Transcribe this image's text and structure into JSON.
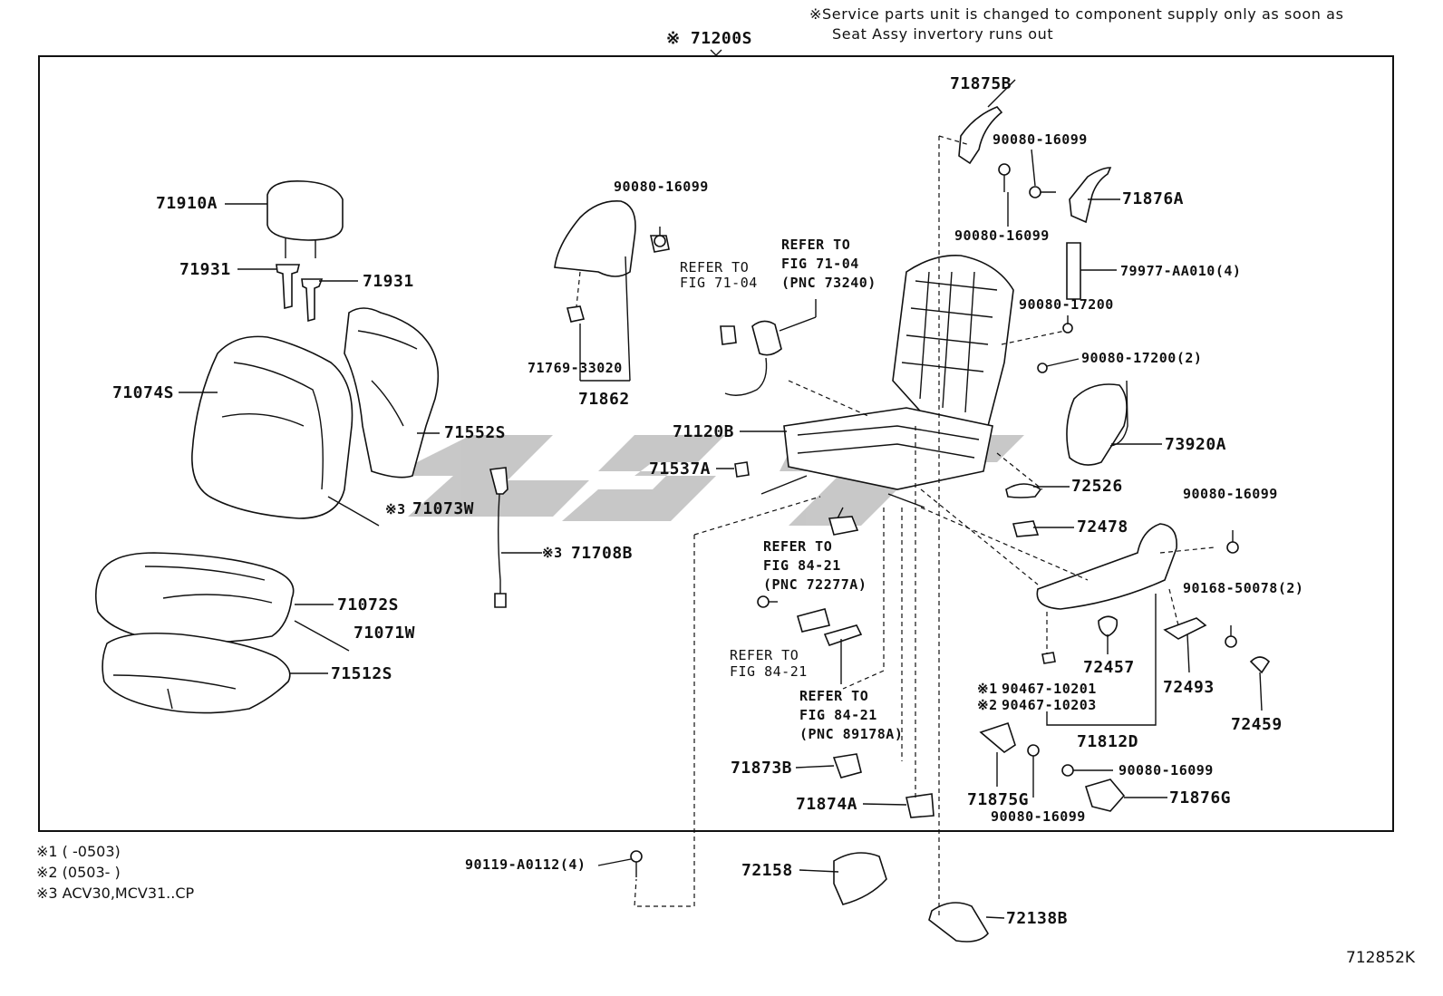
{
  "header_note": {
    "line1": "※Service parts unit is changed to component supply only as soon as",
    "line2": "Seat Assy invertory runs out"
  },
  "assembly_label": "※ 71200S",
  "parts": {
    "p71875B": "71875B",
    "p90080_16099_a": "90080-16099",
    "p90080_16099_b": "90080-16099",
    "p71876A": "71876A",
    "p79977": "79977-AA010(4)",
    "p90080_17200": "90080-17200",
    "p90080_17200_2": "90080-17200(2)",
    "p73920A": "73920A",
    "p72526": "72526",
    "p90080_16099_c": "90080-16099",
    "p72478": "72478",
    "p90168": "90168-50078(2)",
    "p72457": "72457",
    "p72493": "72493",
    "p72459": "72459",
    "p90467_1": "90467-10201",
    "p90467_2": "90467-10203",
    "p71812D": "71812D",
    "p90080_16099_d": "90080-16099",
    "p71876G": "71876G",
    "p71875G": "71875G",
    "p90080_16099_e": "90080-16099",
    "p71910A": "71910A",
    "p71931_a": "71931",
    "p71931_b": "71931",
    "p71074S": "71074S",
    "p71552S": "71552S",
    "p71073W": "71073W",
    "p71072S": "71072S",
    "p71071W": "71071W",
    "p71512S": "71512S",
    "p90080_16099_f": "90080-16099",
    "p71769": "71769-33020",
    "p71862": "71862",
    "p71708B": "71708B",
    "p71120B": "71120B",
    "p71537A": "71537A",
    "p71873B": "71873B",
    "p71874A": "71874A",
    "p72158": "72158",
    "p72138B": "72138B",
    "p90119": "90119-A0112(4)"
  },
  "marks": {
    "m1": "※1",
    "m2": "※2",
    "m3a": "※3",
    "m3b": "※3"
  },
  "refers": {
    "r1_l1": "REFER TO",
    "r1_l2": "FIG 71-04",
    "r2_l1": "REFER TO",
    "r2_l2": "FIG 71-04",
    "r2_l3": "(PNC 73240)",
    "r3_l1": "REFER TO",
    "r3_l2": "FIG 84-21",
    "r3_l3": "(PNC 72277A)",
    "r4_l1": "REFER TO",
    "r4_l2": "FIG 84-21",
    "r5_l1": "REFER TO",
    "r5_l2": "FIG 84-21",
    "r5_l3": "(PNC 89178A)"
  },
  "footnotes": {
    "f1": "※1 (        -0503)",
    "f2": "※2 (0503-        )",
    "f3": "※3 ACV30,MCV31..CP"
  },
  "figure_code": "712852K"
}
